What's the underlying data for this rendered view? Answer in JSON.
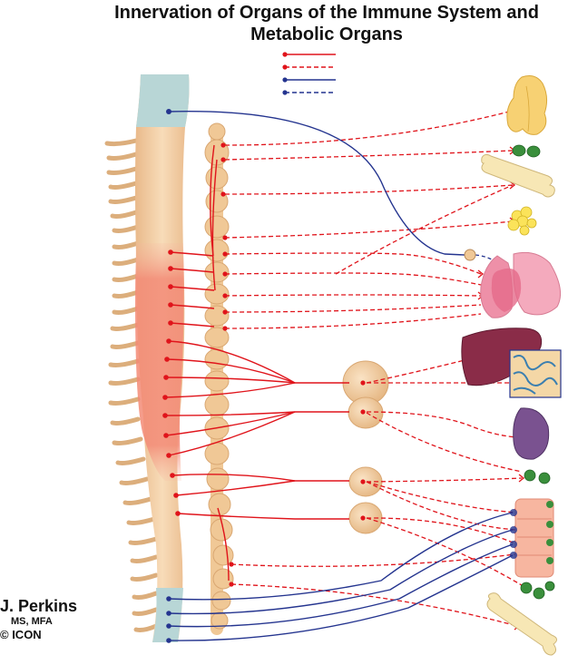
{
  "title": {
    "line1": "Innervation of Organs of the Immune System and",
    "line2": "Metabolic Organs"
  },
  "credit": {
    "name": "J. Perkins",
    "degree": "MS, MFA",
    "copyright": "© ICON"
  },
  "legend": [
    {
      "color": "#e0141b",
      "style": "solid"
    },
    {
      "color": "#e0141b",
      "style": "dashed"
    },
    {
      "color": "#24348f",
      "style": "solid"
    },
    {
      "color": "#24348f",
      "style": "dashed"
    }
  ],
  "colors": {
    "sympathetic": "#e0141b",
    "parasympathetic": "#24348f",
    "spine_body": "#f1cfa4",
    "thoracolumbar_segment": "#f39181",
    "brainstem": "#b8d6d6",
    "ganglion": "#f0c896",
    "liver": "#8a2c48",
    "spleen": "#7a5290",
    "lung": "#f4aabd",
    "thymus": "#f7d173",
    "lymph_node": "#3a8f3c",
    "bone": "#f7e7b5",
    "intestine": "#f7b6a0",
    "pancreas": "#fbe35a"
  },
  "icons": [
    "thymus-icon",
    "lymph-node-icon",
    "bone-icon",
    "pancreas-icon",
    "lung-icon",
    "heart-icon",
    "liver-icon",
    "spleen-icon",
    "intestine-icon"
  ]
}
